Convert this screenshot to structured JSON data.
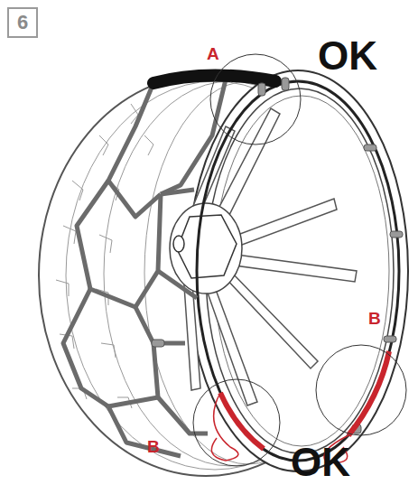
{
  "diagram": {
    "nodes": [
      {
        "text": [
          "6"
        ]
      }
    ],
    "labels": [
      "A",
      "OK",
      "B",
      "B",
      "OK"
    ]
  }
}
